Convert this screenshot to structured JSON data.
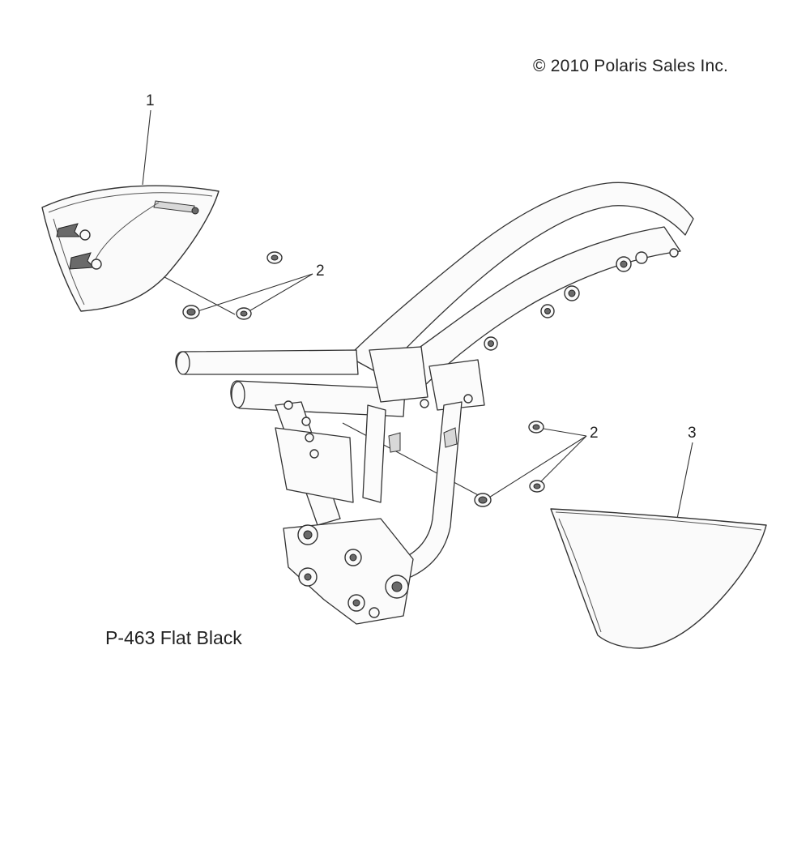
{
  "copyright": "© 2010 Polaris Sales Inc.",
  "caption": "P-463  Flat Black",
  "callouts": {
    "part1": "1",
    "part2_upper": "2",
    "part2_lower": "2",
    "part3": "3"
  }
}
